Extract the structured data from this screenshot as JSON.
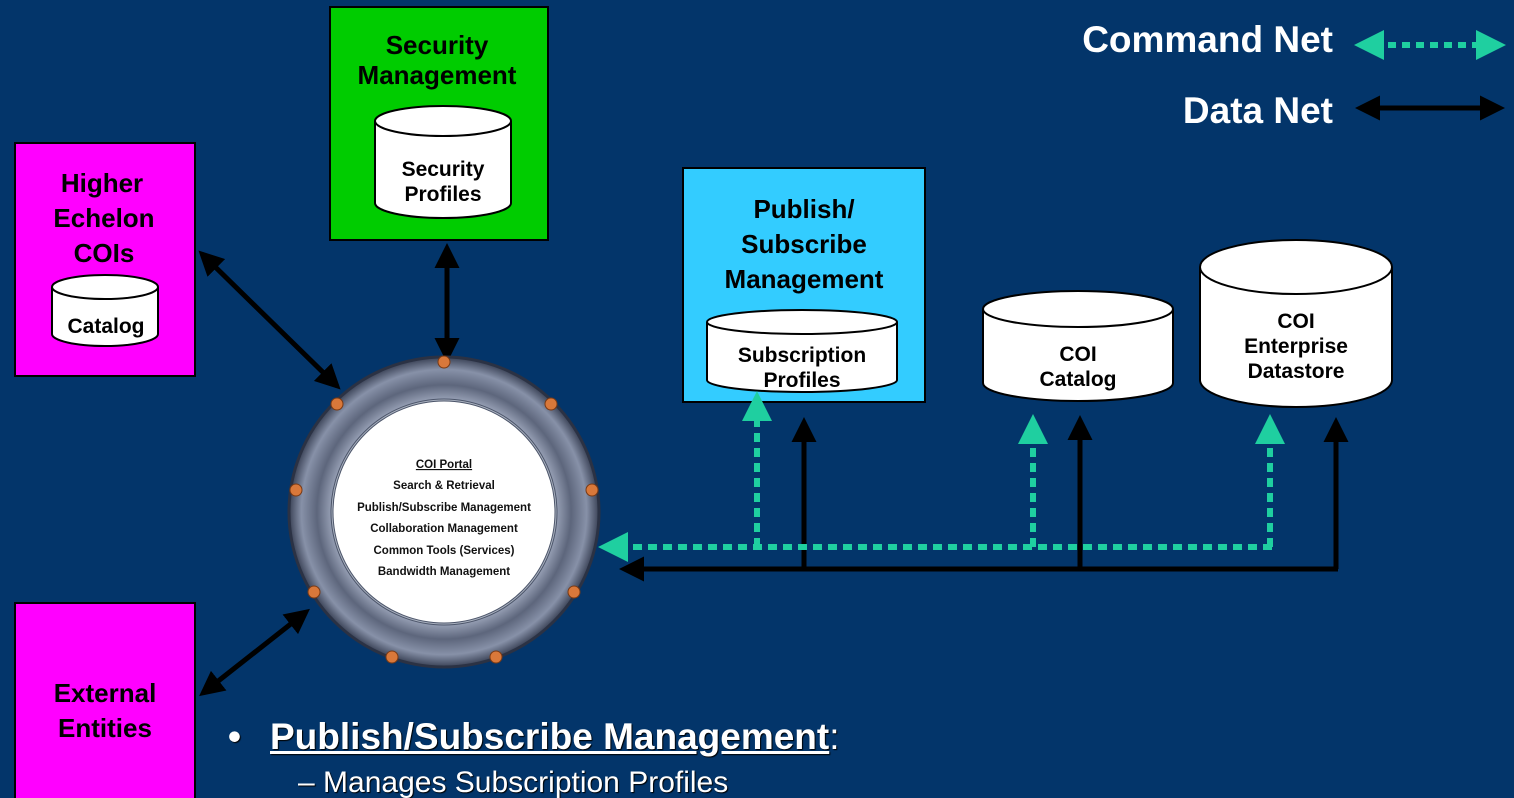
{
  "legend": {
    "command_net": "Command Net",
    "data_net": "Data Net",
    "command_color": "#1fcfa0",
    "data_color": "#000000"
  },
  "nodes": {
    "security_management": {
      "title_lines": [
        "Security",
        "Management"
      ],
      "db_lines": [
        "Security",
        "Profiles"
      ],
      "color": "#00cc00"
    },
    "higher_echelon": {
      "title_lines": [
        "Higher",
        "Echelon",
        "COIs"
      ],
      "db_lines": [
        "Catalog"
      ],
      "color": "#ff00ff"
    },
    "publish_subscribe": {
      "title_lines": [
        "Publish/",
        "Subscribe",
        "Management"
      ],
      "db_lines": [
        "Subscription",
        "Profiles"
      ],
      "color": "#33ccff"
    },
    "coi_catalog": {
      "db_lines": [
        "COI",
        "Catalog"
      ]
    },
    "coi_datastore": {
      "db_lines": [
        "COI",
        "Enterprise",
        "Datastore"
      ]
    },
    "external_entities": {
      "title_lines": [
        "External",
        "Entities"
      ],
      "color": "#ff00ff"
    }
  },
  "portal": {
    "lines": [
      "COI Portal",
      "Search & Retrieval",
      "Publish/Subscribe Management",
      "Collaboration Management",
      "Common Tools (Services)",
      "Bandwidth Management"
    ]
  },
  "bullet": {
    "marker": "•",
    "heading": "Publish/Subscribe Management",
    "colon": ":",
    "sub_marker": "–",
    "sub_item": "Manages Subscription Profiles"
  }
}
